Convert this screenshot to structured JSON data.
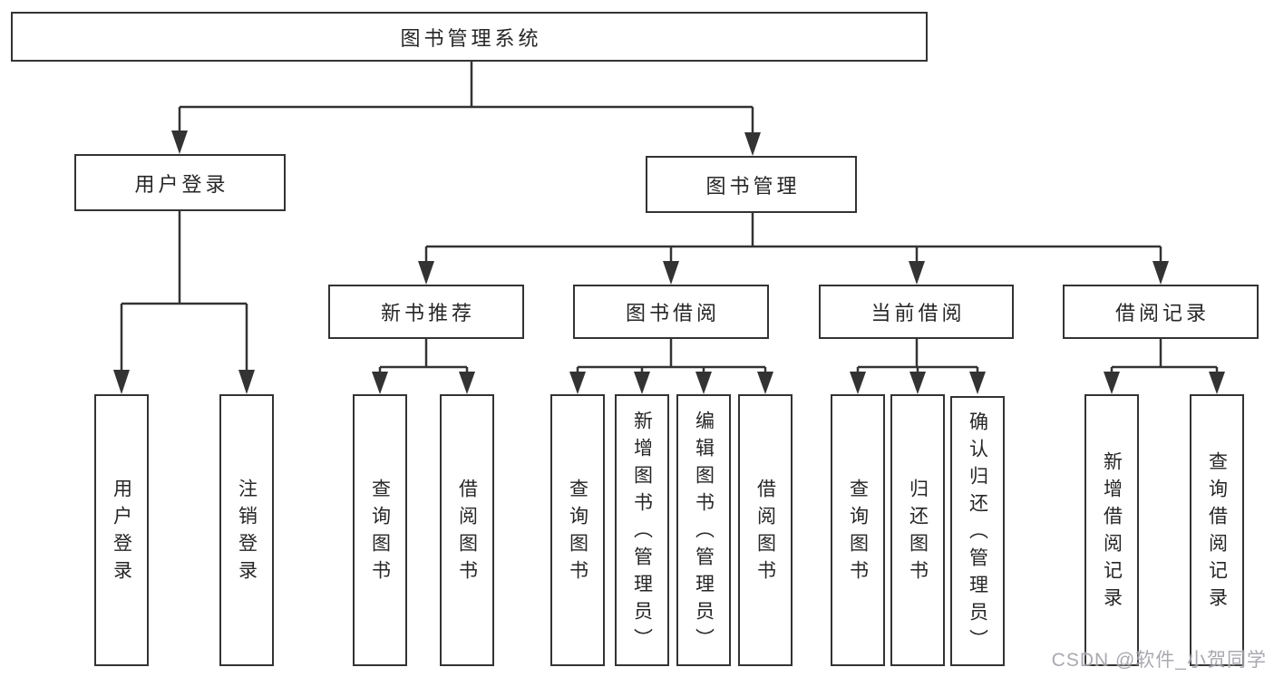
{
  "tree": {
    "root": {
      "label": "图书管理系统"
    },
    "branches": [
      {
        "label": "用户登录",
        "children": [
          {
            "label": "用户登录"
          },
          {
            "label": "注销登录"
          }
        ]
      },
      {
        "label": "图书管理",
        "children": [
          {
            "label": "新书推荐",
            "children": [
              {
                "label": "查询图书"
              },
              {
                "label": "借阅图书"
              }
            ]
          },
          {
            "label": "图书借阅",
            "children": [
              {
                "label": "查询图书"
              },
              {
                "label": "新增图书（管理员）"
              },
              {
                "label": "编辑图书（管理员）"
              },
              {
                "label": "借阅图书"
              }
            ]
          },
          {
            "label": "当前借阅",
            "children": [
              {
                "label": "查询图书"
              },
              {
                "label": "归还图书"
              },
              {
                "label": "确认归还（管理员）"
              }
            ]
          },
          {
            "label": "借阅记录",
            "children": [
              {
                "label": "新增借阅记录"
              },
              {
                "label": "查询借阅记录"
              }
            ]
          }
        ]
      }
    ]
  },
  "watermark": "CSDN @软件_小贺同学",
  "colors": {
    "line": "#333333",
    "text": "#262626",
    "box_background": "#ffffff",
    "watermark": "#a2a2aa"
  }
}
